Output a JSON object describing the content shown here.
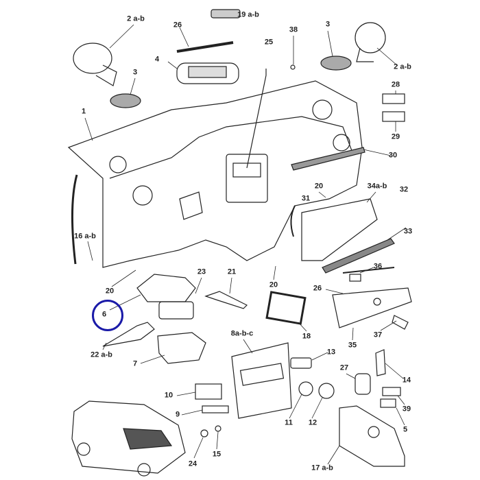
{
  "diagram": {
    "type": "exploded parts diagram",
    "highlight_color": "#1a1aa8",
    "highlighted_part": "6",
    "labels": [
      "2 a-b",
      "19 a-b",
      "26",
      "38",
      "3",
      "25",
      "4",
      "2 a-b",
      "3",
      "28",
      "29",
      "1",
      "30",
      "20",
      "34a-b",
      "32",
      "31",
      "33",
      "16 a-b",
      "36",
      "20",
      "23",
      "21",
      "20",
      "26",
      "6",
      "18",
      "37",
      "8a-b-c",
      "35",
      "22 a-b",
      "7",
      "13",
      "27",
      "14",
      "10",
      "9",
      "39",
      "11",
      "12",
      "5",
      "24",
      "15",
      "17 a-b"
    ]
  }
}
